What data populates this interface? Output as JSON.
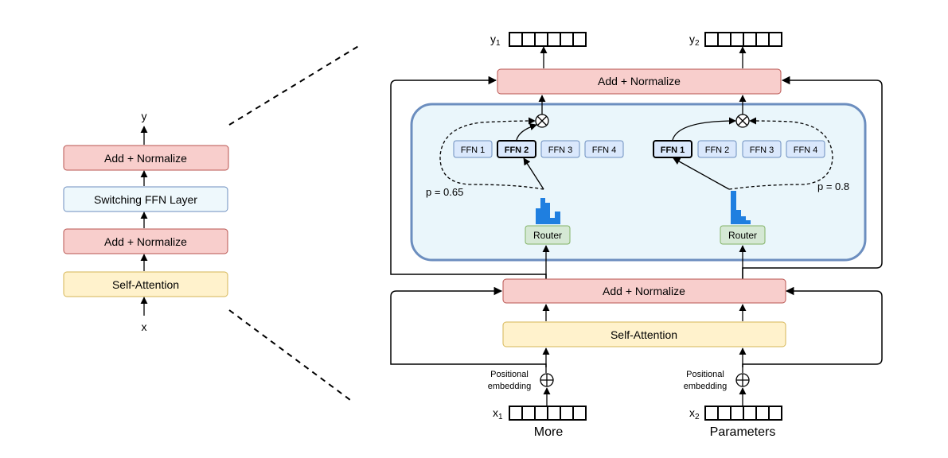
{
  "left": {
    "output_label": "y",
    "input_label": "x",
    "add_norm_top": "Add + Normalize",
    "switching": "Switching FFN Layer",
    "add_norm_bottom": "Add + Normalize",
    "self_attention": "Self-Attention"
  },
  "right": {
    "add_norm_top": "Add + Normalize",
    "add_norm_mid": "Add + Normalize",
    "self_attention": "Self-Attention",
    "token1": {
      "output_var": "y",
      "output_sub": "1",
      "input_var": "x",
      "input_sub": "1",
      "word": "More",
      "pos_emb_line1": "Positional",
      "pos_emb_line2": "embedding",
      "router": "Router",
      "probability": "p = 0.65",
      "ffns": [
        "FFN 1",
        "FFN 2",
        "FFN 3",
        "FFN 4"
      ],
      "selected_ffn": 1
    },
    "token2": {
      "output_var": "y",
      "output_sub": "2",
      "input_var": "x",
      "input_sub": "2",
      "word": "Parameters",
      "pos_emb_line1": "Positional",
      "pos_emb_line2": "embedding",
      "router": "Router",
      "probability": "p = 0.8",
      "ffns": [
        "FFN 1",
        "FFN 2",
        "FFN 3",
        "FFN 4"
      ],
      "selected_ffn": 0
    }
  },
  "colors": {
    "red_fill": "#f8cecc",
    "red_stroke": "#b85450",
    "blue_fill": "#e8f6fb",
    "blue_stroke": "#6c8ebf",
    "yellow_fill": "#fff2cc",
    "yellow_stroke": "#d6b656",
    "green_fill": "#d5e8d4",
    "green_stroke": "#82b366",
    "ffn_fill": "#dae8fc",
    "switch_region_fill": "#eaf6fb",
    "switch_region_stroke": "#6c8ebf",
    "hist_color": "#1f7fe0"
  }
}
